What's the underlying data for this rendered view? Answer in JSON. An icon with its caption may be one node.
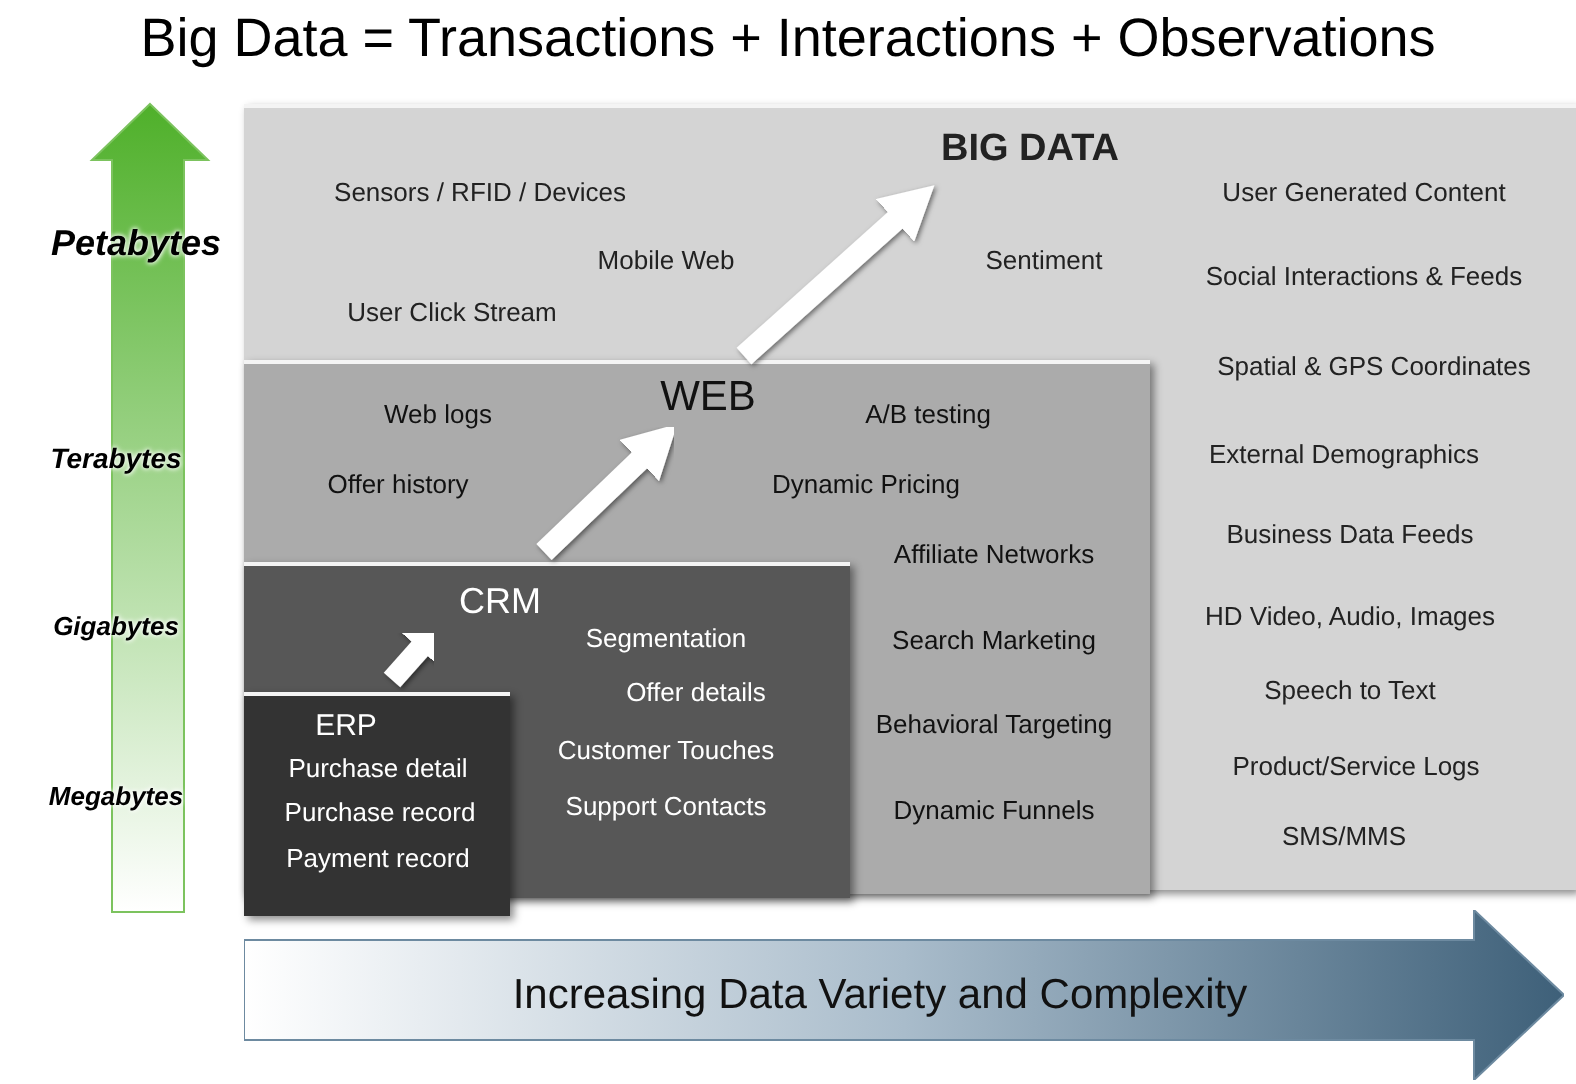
{
  "diagram": {
    "title": "Big Data = Transactions + Interactions + Observations",
    "nodes": [
      {
        "text": [
          "BIG DATA",
          "Sensors / RFID / Devices",
          "Mobile Web",
          "User Click Stream",
          "Sentiment",
          "User Generated Content",
          "Social Interactions & Feeds",
          "Spatial & GPS Coordinates",
          "External Demographics",
          "Business Data Feeds",
          "HD Video, Audio, Images",
          "Speech to Text",
          "Product/Service Logs",
          "SMS/MMS"
        ]
      },
      {
        "text": [
          "WEB",
          "Web logs",
          "Offer history",
          "A/B testing",
          "Dynamic Pricing",
          "Affiliate Networks",
          "Search Marketing",
          "Behavioral Targeting",
          "Dynamic Funnels"
        ],
        "in": 0
      },
      {
        "text": [
          "CRM",
          "Segmentation",
          "Offer details",
          "Customer Touches",
          "Support Contacts"
        ],
        "in": 1
      },
      {
        "text": [
          "ERP",
          "Purchase detail",
          "Purchase record",
          "Payment record"
        ],
        "in": 2
      },
      {
        "text": [
          "Increasing Data Variety and Complexity"
        ]
      }
    ],
    "edges": [
      {
        "from": 3,
        "to": 2,
        "arrow": "to"
      },
      {
        "from": 2,
        "to": 1,
        "arrow": "to"
      },
      {
        "from": 1,
        "to": 0,
        "arrow": "to"
      }
    ],
    "labels": [
      "Petabytes",
      "Terabytes",
      "Gigabytes",
      "Megabytes"
    ]
  }
}
